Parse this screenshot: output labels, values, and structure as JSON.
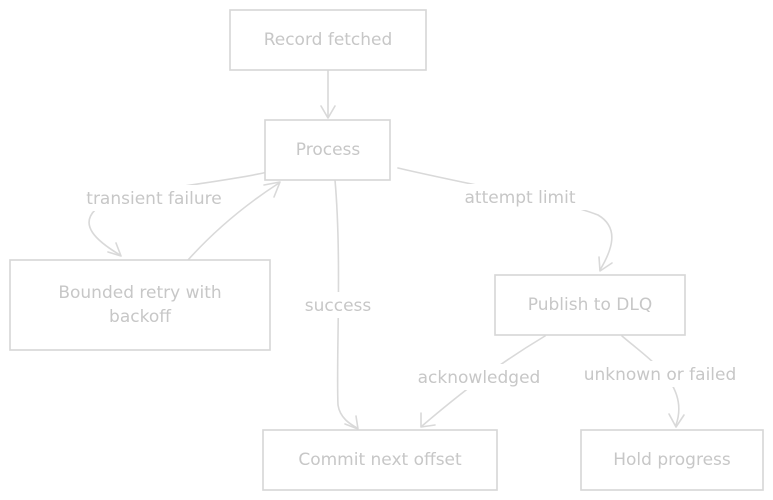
{
  "nodes": {
    "record_fetched": "Record fetched",
    "process": "Process",
    "bounded_retry": [
      "Bounded retry with",
      "backoff"
    ],
    "publish_dlq": "Publish to DLQ",
    "commit_offset": "Commit next offset",
    "hold_progress": "Hold progress"
  },
  "edges": {
    "transient_failure": "transient failure",
    "attempt_limit": "attempt limit",
    "success": "success",
    "acknowledged": "acknowledged",
    "unknown_or_failed": "unknown or failed"
  }
}
